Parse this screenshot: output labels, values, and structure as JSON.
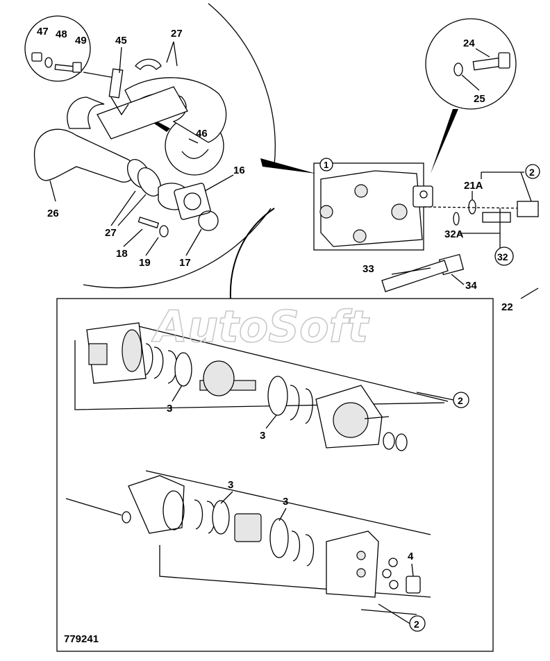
{
  "drawing_number": "779241",
  "watermark": "AutoSoft",
  "callouts": {
    "c47": "47",
    "c48": "48",
    "c49": "49",
    "c45": "45",
    "c27a": "27",
    "c46": "46",
    "c26": "26",
    "c27b": "27",
    "c16": "16",
    "c18": "18",
    "c19": "19",
    "c17": "17",
    "c24": "24",
    "c25": "25",
    "c1": "1",
    "c2top": "2",
    "c21a": "21A",
    "c32a": "32A",
    "c32": "32",
    "c33": "33",
    "c34": "34",
    "c22": "22",
    "c3a": "3",
    "c3b": "3",
    "c2mid": "2",
    "c3c": "3",
    "c3d": "3",
    "c4": "4",
    "c2bot": "2"
  }
}
